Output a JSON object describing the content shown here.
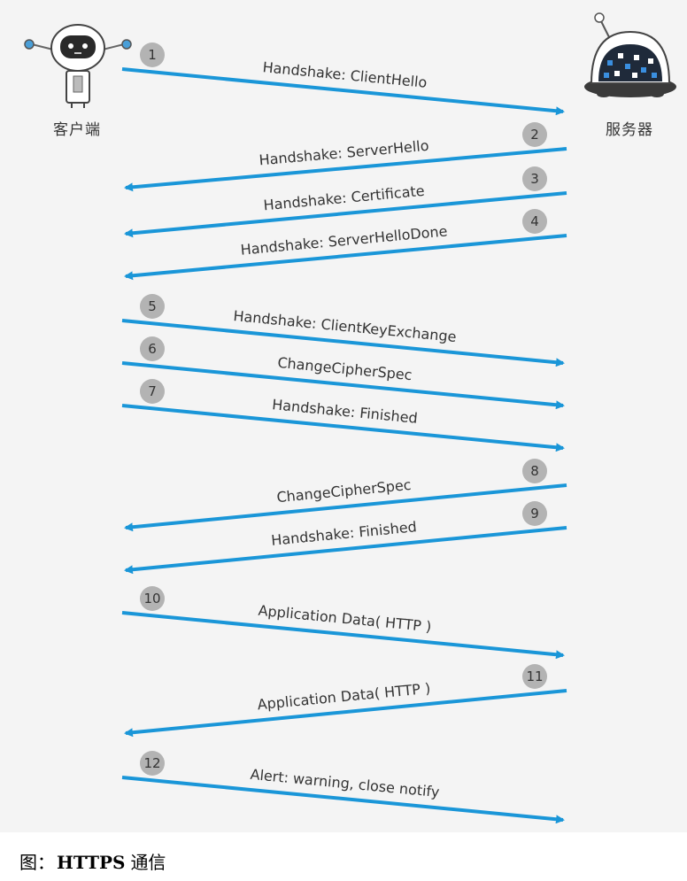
{
  "client": {
    "label": "客户端"
  },
  "server": {
    "label": "服务器"
  },
  "colors": {
    "arrow": "#1a96d8",
    "badge": "#b3b3b3",
    "badge_text": "#333333",
    "text": "#333333"
  },
  "messages": [
    {
      "step": "1",
      "label": "Handshake: ClientHello",
      "direction": "client-to-server"
    },
    {
      "step": "2",
      "label": "Handshake: ServerHello",
      "direction": "server-to-client"
    },
    {
      "step": "3",
      "label": "Handshake: Certificate",
      "direction": "server-to-client"
    },
    {
      "step": "4",
      "label": "Handshake: ServerHelloDone",
      "direction": "server-to-client"
    },
    {
      "step": "5",
      "label": "Handshake: ClientKeyExchange",
      "direction": "client-to-server"
    },
    {
      "step": "6",
      "label": "ChangeCipherSpec",
      "direction": "client-to-server"
    },
    {
      "step": "7",
      "label": "Handshake: Finished",
      "direction": "client-to-server"
    },
    {
      "step": "8",
      "label": "ChangeCipherSpec",
      "direction": "server-to-client"
    },
    {
      "step": "9",
      "label": "Handshake: Finished",
      "direction": "server-to-client"
    },
    {
      "step": "10",
      "label": "Application Data( HTTP )",
      "direction": "client-to-server"
    },
    {
      "step": "11",
      "label": "Application Data( HTTP )",
      "direction": "server-to-client"
    },
    {
      "step": "12",
      "label": "Alert: warning, close notify",
      "direction": "client-to-server"
    }
  ],
  "caption": {
    "prefix": "图：",
    "title": "HTTPS",
    "suffix": "通信"
  }
}
